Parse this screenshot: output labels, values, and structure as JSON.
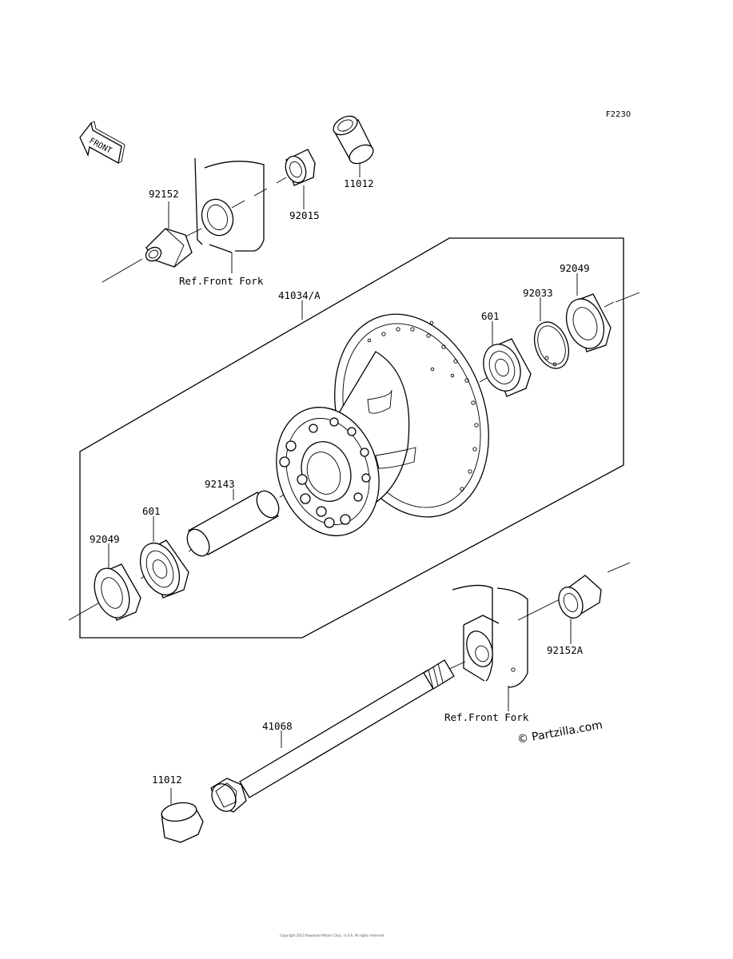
{
  "diagram": {
    "code": "F2230",
    "front_label": "FRONT",
    "watermark": "© Partzilla.com",
    "copyright": "Copyright 2012 Kawasaki Motors Corp., U.S.A. All rights reserved."
  },
  "labels": {
    "p92152": "92152",
    "p92015": "92015",
    "p11012_top": "11012",
    "ref_fork_top": "Ref.Front Fork",
    "p41034": "41034/A",
    "p92049_right": "92049",
    "p92033": "92033",
    "p601_right": "601",
    "p92143": "92143",
    "p601_left": "601",
    "p92049_left": "92049",
    "p92152A": "92152A",
    "ref_fork_bottom": "Ref.Front Fork",
    "p41068": "41068",
    "p11012_bottom": "11012"
  }
}
